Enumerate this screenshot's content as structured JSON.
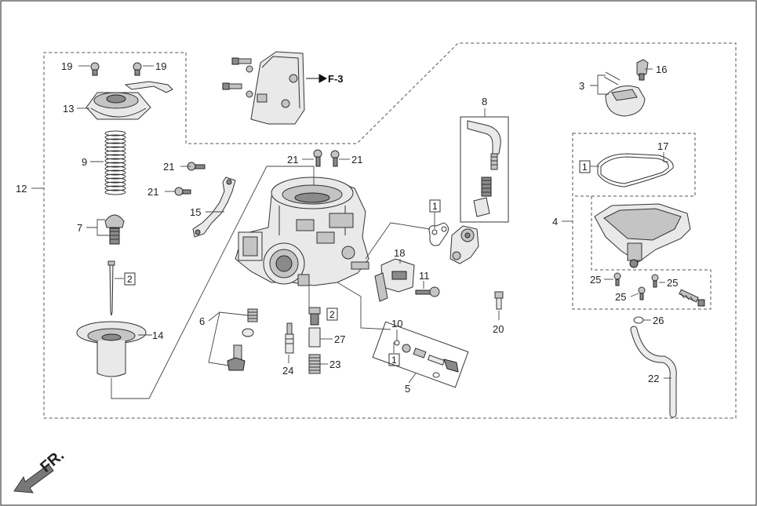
{
  "diagram": {
    "labels": {
      "p19a": "19",
      "p19b": "19",
      "p13": "13",
      "p9": "9",
      "p12": "12",
      "p7": "7",
      "p14": "14",
      "p15": "15",
      "p21a": "21",
      "p21b": "21",
      "p21c": "21",
      "p21d": "21",
      "p6": "6",
      "p24": "24",
      "p23": "23",
      "p27": "27",
      "p18": "18",
      "p11": "11",
      "p10": "10",
      "p5": "5",
      "p8": "8",
      "p20": "20",
      "p3": "3",
      "p16": "16",
      "p17": "17",
      "p4": "4",
      "p25a": "25",
      "p25b": "25",
      "p25c": "25",
      "p26": "26",
      "p22": "22"
    },
    "boxed": {
      "b2a": "2",
      "b2b": "2",
      "b1a": "1",
      "b1b": "1",
      "b1c": "1"
    },
    "ref": "F-3",
    "direction": "FR."
  }
}
